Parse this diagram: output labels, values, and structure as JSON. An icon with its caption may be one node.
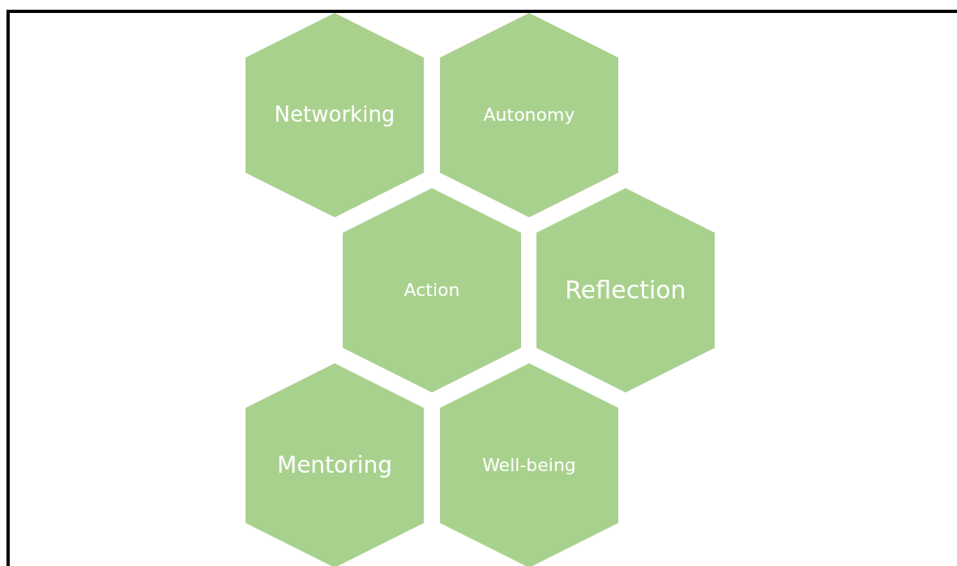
{
  "diagram": {
    "nodes": [
      {
        "text": [
          "Networking"
        ]
      },
      {
        "text": [
          "Autonomy"
        ]
      },
      {
        "text": [
          "Action"
        ]
      },
      {
        "text": [
          "Reflection"
        ]
      },
      {
        "text": [
          "Mentoring"
        ]
      },
      {
        "text": [
          "Well-being"
        ]
      }
    ]
  }
}
